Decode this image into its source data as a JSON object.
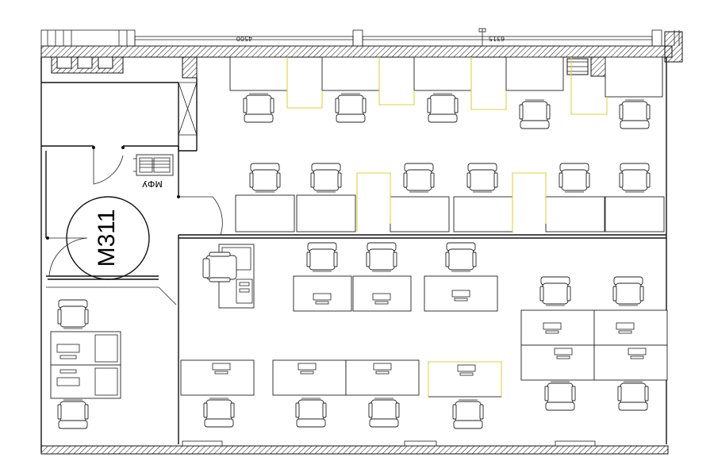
{
  "plan": {
    "room_label": "M311",
    "equipment_label": "МФУ",
    "dimensions": [
      "4500",
      "6315"
    ],
    "colors": {
      "lines": "#111111",
      "partitions": "#e2d23a",
      "background": "#ffffff"
    }
  }
}
